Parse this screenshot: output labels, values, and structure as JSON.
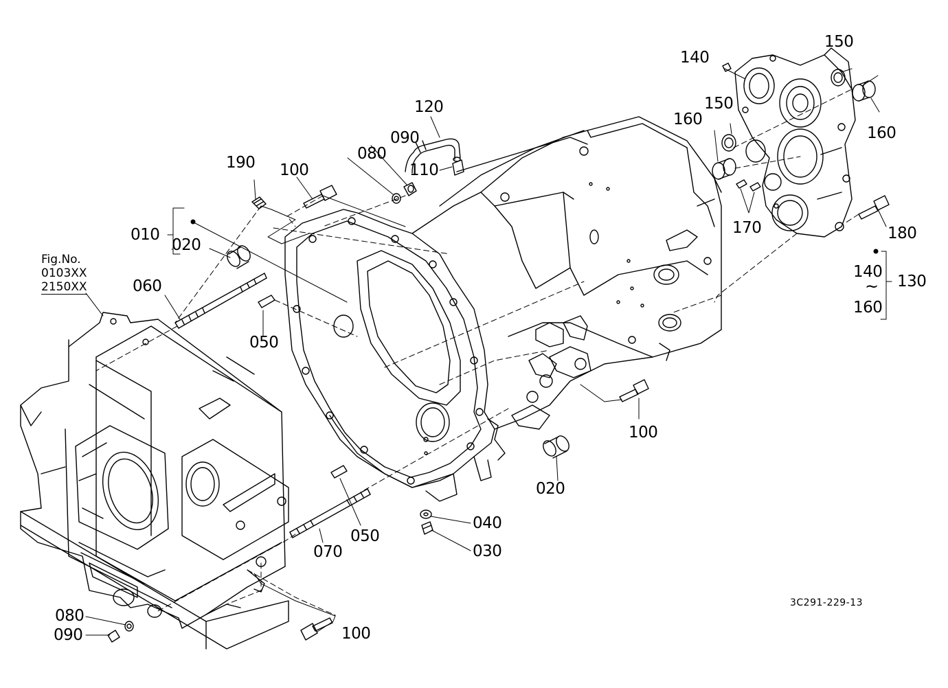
{
  "figure_ref": {
    "label": "Fig.No.",
    "codes": [
      "0103XX",
      "2150XX"
    ]
  },
  "drawing_code": "3C291-229-13",
  "range_symbol": "~",
  "parts": [
    {
      "id": "p010",
      "number": "010"
    },
    {
      "id": "p020a",
      "number": "020"
    },
    {
      "id": "p020b",
      "number": "020"
    },
    {
      "id": "p030",
      "number": "030"
    },
    {
      "id": "p040",
      "number": "040"
    },
    {
      "id": "p050a",
      "number": "050"
    },
    {
      "id": "p050b",
      "number": "050"
    },
    {
      "id": "p060",
      "number": "060"
    },
    {
      "id": "p070",
      "number": "070"
    },
    {
      "id": "p080a",
      "number": "080"
    },
    {
      "id": "p080b",
      "number": "080"
    },
    {
      "id": "p090a",
      "number": "090"
    },
    {
      "id": "p090b",
      "number": "090"
    },
    {
      "id": "p100a",
      "number": "100"
    },
    {
      "id": "p100b",
      "number": "100"
    },
    {
      "id": "p100c",
      "number": "100"
    },
    {
      "id": "p110",
      "number": "110"
    },
    {
      "id": "p120",
      "number": "120"
    },
    {
      "id": "p130",
      "number": "130"
    },
    {
      "id": "p140a",
      "number": "140"
    },
    {
      "id": "p140b",
      "number": "140"
    },
    {
      "id": "p150a",
      "number": "150"
    },
    {
      "id": "p150b",
      "number": "150"
    },
    {
      "id": "p160a",
      "number": "160"
    },
    {
      "id": "p160b",
      "number": "160"
    },
    {
      "id": "p160c",
      "number": "160"
    },
    {
      "id": "p170",
      "number": "170"
    },
    {
      "id": "p180",
      "number": "180"
    },
    {
      "id": "p190",
      "number": "190"
    }
  ]
}
